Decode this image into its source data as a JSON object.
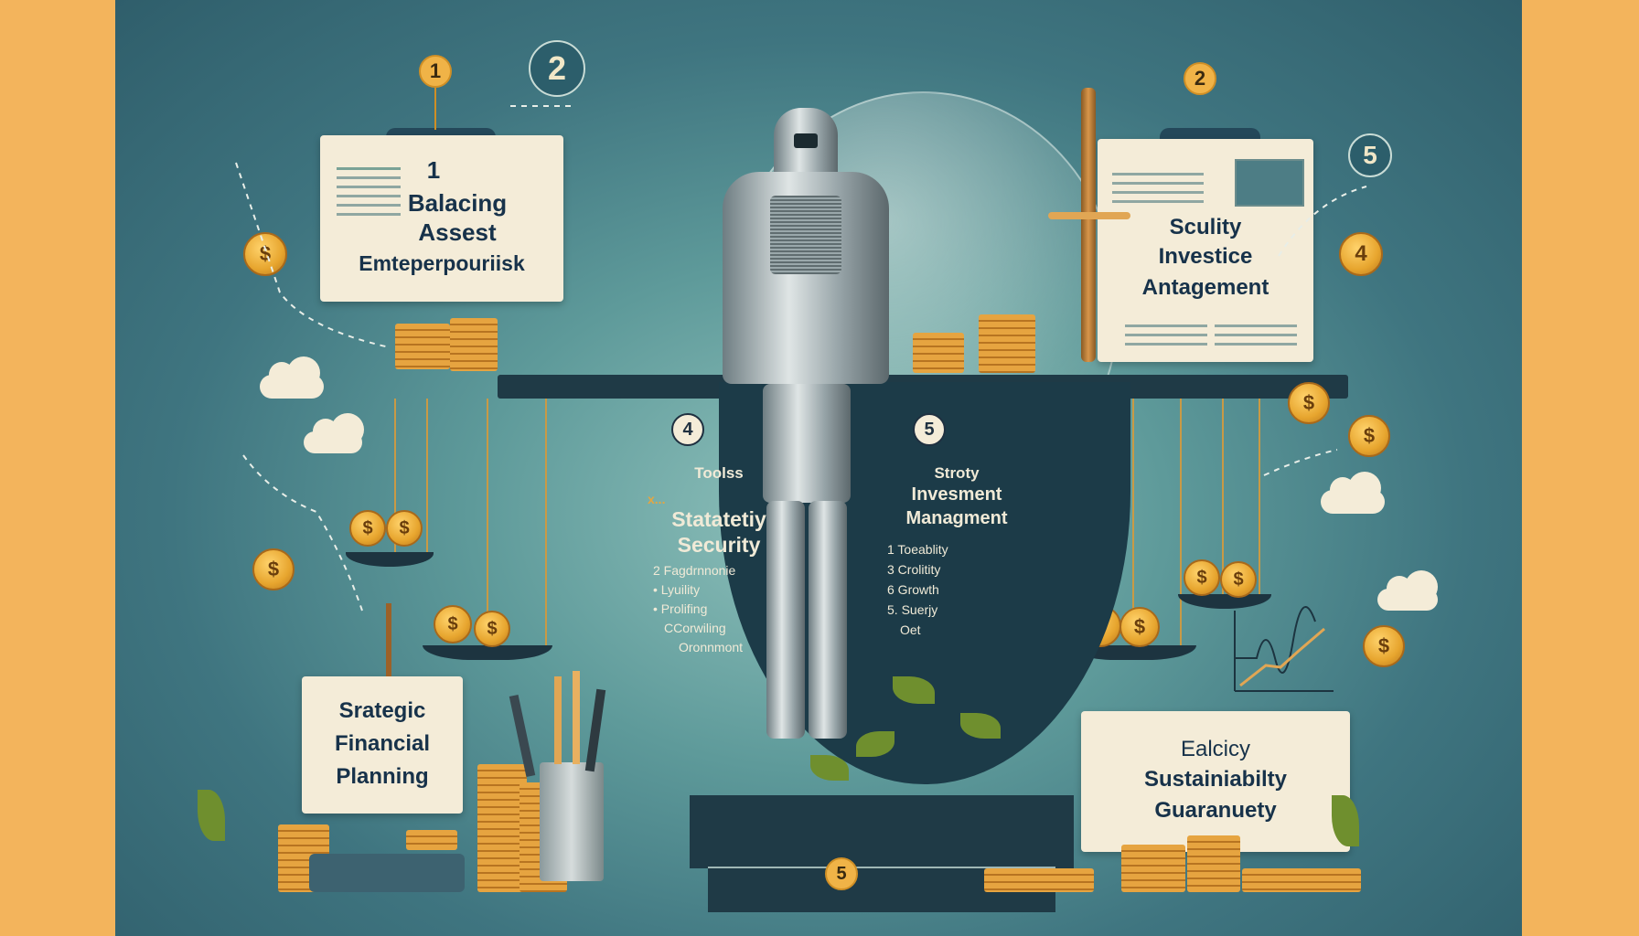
{
  "colors": {
    "frame_orange": "#f3b45c",
    "background_teal": "#3f7580",
    "card_cream": "#f4ecd8",
    "navy_text": "#17324a",
    "shield_dark": "#1c3b48",
    "coin_gold": "#e7a52e"
  },
  "top_left_card": {
    "number": "1",
    "lines": [
      "Balacing",
      "Assest",
      "Emteperpouriisk"
    ]
  },
  "top_right_card": {
    "lines": [
      "Sculity",
      "Investice",
      "Antagement"
    ]
  },
  "bottom_left_card": {
    "lines": [
      "Srategic",
      "Financial",
      "Planning"
    ]
  },
  "bottom_right_card": {
    "subtitle": "Ealcicy",
    "lines": [
      "Sustainiabilty",
      "Guaranuety"
    ]
  },
  "shield_left": {
    "badge": "4",
    "heading": "Toolss",
    "marker": "x...",
    "title_lines": [
      "Statatetiy",
      "Security"
    ],
    "items": [
      "2 Fagdrnnonie",
      "• Lyuility",
      "• Prolifing",
      "CCorwiling",
      "Oronnmont"
    ]
  },
  "shield_right": {
    "badge": "5",
    "heading": "Stroty",
    "title_lines": [
      "Invesment",
      "Managment"
    ],
    "items": [
      "1 Toeablity",
      "3 Crolitity",
      "6 Growth",
      "5. Suerjy",
      "Oet"
    ]
  },
  "badges": {
    "top_left_gold": "1",
    "top_left_teal": "2",
    "top_right_gold": "2",
    "top_right_teal": "5",
    "right_coin": "4",
    "plinth": "5"
  },
  "coin_symbol": "$"
}
